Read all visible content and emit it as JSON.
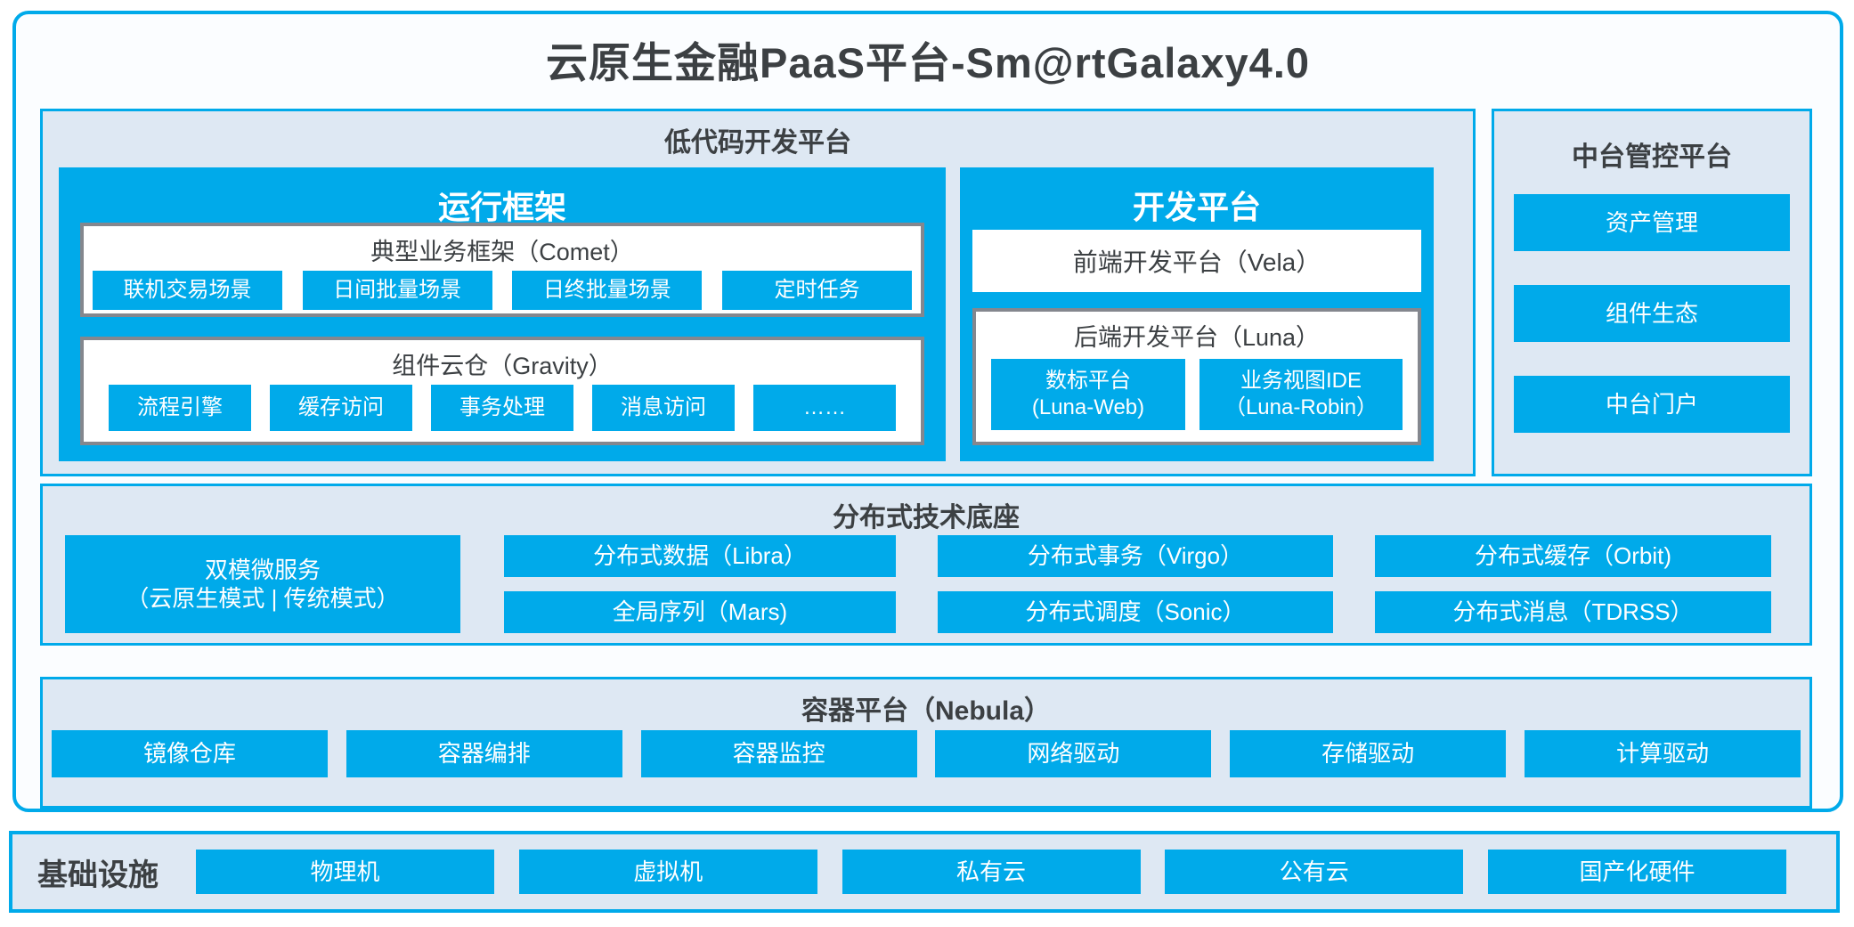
{
  "page": {
    "title": "云原生金融PaaS平台-Sm@rtGalaxy4.0"
  },
  "colors": {
    "accent": "#00aaea",
    "panel_bg": "#dee8f3",
    "dark_text": "#3c4043",
    "gray_border": "#84878e"
  },
  "lowcode": {
    "title": "低代码开发平台",
    "runtime": {
      "title": "运行框架",
      "comet": {
        "title": "典型业务框架（Comet）",
        "items": [
          "联机交易场景",
          "日间批量场景",
          "日终批量场景",
          "定时任务"
        ]
      },
      "gravity": {
        "title": "组件云仓（Gravity）",
        "items": [
          "流程引擎",
          "缓存访问",
          "事务处理",
          "消息访问",
          "……"
        ]
      }
    },
    "dev": {
      "title": "开发平台",
      "vela": "前端开发平台（Vela）",
      "luna": {
        "title": "后端开发平台（Luna）",
        "items": [
          {
            "line1": "数标平台",
            "line2": "(Luna-Web)"
          },
          {
            "line1": "业务视图IDE",
            "line2": "（Luna-Robin）"
          }
        ]
      }
    }
  },
  "midplatform": {
    "title": "中台管控平台",
    "items": [
      "资产管理",
      "组件生态",
      "中台门户"
    ]
  },
  "distributed": {
    "title": "分布式技术底座",
    "dual_mode": {
      "line1": "双模微服务",
      "line2": "（云原生模式 | 传统模式）"
    },
    "grid": [
      "分布式数据（Libra）",
      "全局序列（Mars)",
      "分布式事务（Virgo）",
      "分布式调度（Sonic）",
      "分布式缓存（Orbit)",
      "分布式消息（TDRSS）"
    ]
  },
  "container_platform": {
    "title": "容器平台（Nebula）",
    "items": [
      "镜像仓库",
      "容器编排",
      "容器监控",
      "网络驱动",
      "存储驱动",
      "计算驱动"
    ]
  },
  "infrastructure": {
    "title": "基础设施",
    "items": [
      "物理机",
      "虚拟机",
      "私有云",
      "公有云",
      "国产化硬件"
    ]
  }
}
